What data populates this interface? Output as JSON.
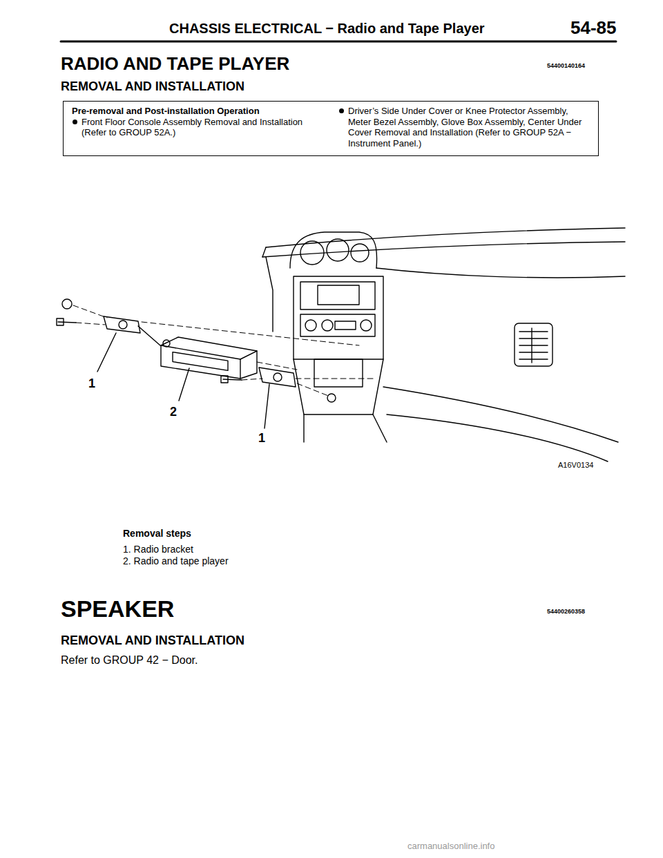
{
  "diagram": {
    "title": "RADIO AND TAPE PLAYER",
    "nodes": [
      {
        "text": [
          "Pre-removal and Post-installation Operation",
          "Front Floor Console Assembly Removal and Installation (Refer to GROUP 52A.)",
          "Driver’s Side Under Cover or Knee Protector Assembly, Meter Bezel Assembly, Glove Box Assembly, Center Under Cover Removal and Installation (Refer to GROUP 52A − Instrument Panel.)"
        ]
      }
    ],
    "edges": [],
    "labels": [
      "CHASSIS ELECTRICAL − Radio and Tape Player",
      "54-85",
      "54400140164",
      "REMOVAL AND INSTALLATION",
      "1",
      "2",
      "1",
      "A16V0134",
      "Removal steps",
      "1. Radio bracket",
      "2. Radio and tape player",
      "SPEAKER",
      "54400260358",
      "REMOVAL AND INSTALLATION",
      "Refer to GROUP 42 − Door.",
      "carmanualsonline.info"
    ]
  }
}
